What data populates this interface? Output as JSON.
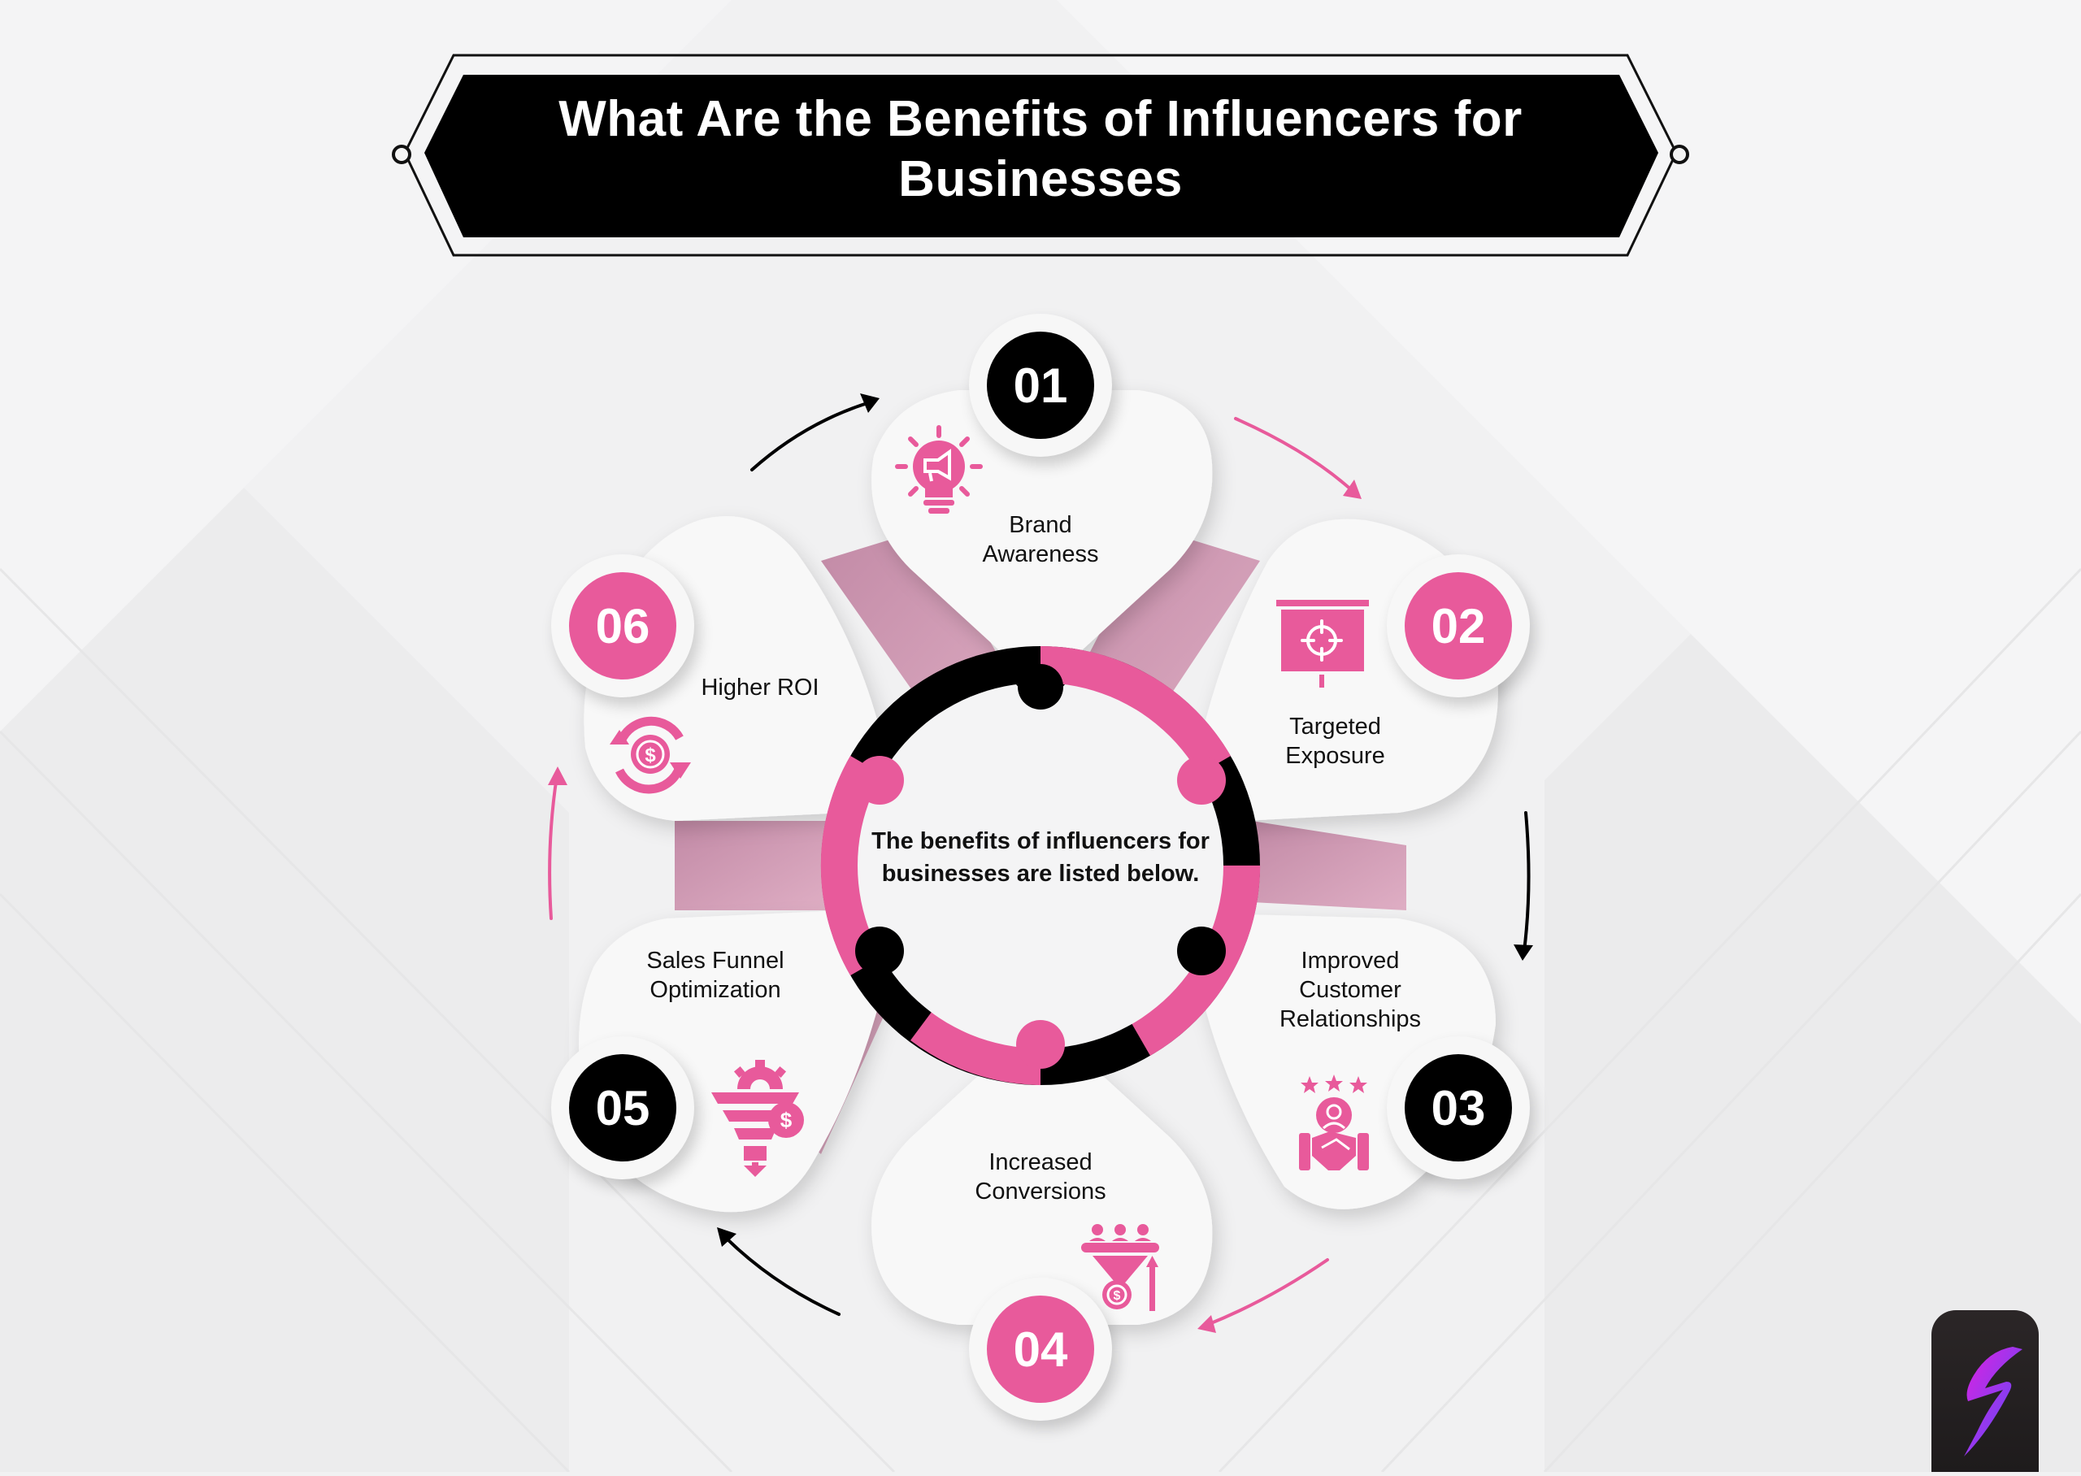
{
  "header": {
    "title": "What Are the Benefits of Influencers for Businesses"
  },
  "center": {
    "text": "The benefits of influencers for businesses are listed below."
  },
  "colors": {
    "pink": "#e85a9b",
    "black": "#000000",
    "muted_pink": "#cf9bb4",
    "card": "#f8f8f8",
    "background": "#f1f1f2"
  },
  "items": [
    {
      "number": "01",
      "label": "Brand Awareness",
      "icon": "lightbulb-megaphone-icon",
      "badge_color": "black"
    },
    {
      "number": "02",
      "label": "Targeted Exposure",
      "icon": "target-board-icon",
      "badge_color": "pink"
    },
    {
      "number": "03",
      "label": "Improved Customer Relationships",
      "icon": "handshake-rating-icon",
      "badge_color": "black"
    },
    {
      "number": "04",
      "label": "Increased Conversions",
      "icon": "conversion-funnel-icon",
      "badge_color": "pink"
    },
    {
      "number": "05",
      "label": "Sales Funnel Optimization",
      "icon": "funnel-gear-icon",
      "badge_color": "black"
    },
    {
      "number": "06",
      "label": "Higher ROI",
      "icon": "money-cycle-icon",
      "badge_color": "pink"
    }
  ],
  "logo": {
    "icon": "lightning-brush-logo"
  }
}
